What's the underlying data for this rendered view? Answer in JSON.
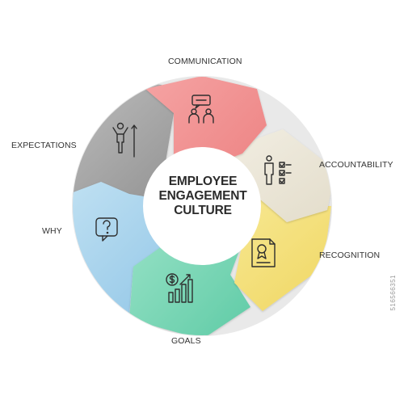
{
  "diagram": {
    "center_title_lines": [
      "EMPLOYEE",
      "ENGAGEMENT",
      "CULTURE"
    ],
    "segments": [
      {
        "id": "communication",
        "label": "COMMUNICATION",
        "color": "#F08F8F",
        "icon": "people-talking-icon"
      },
      {
        "id": "accountability",
        "label": "ACCOUNTABILITY",
        "color": "#EDE8DA",
        "icon": "person-checklist-icon"
      },
      {
        "id": "recognition",
        "label": "RECOGNITION",
        "color": "#F5E17A",
        "icon": "certificate-icon"
      },
      {
        "id": "goals",
        "label": "GOALS",
        "color": "#7DD6B4",
        "icon": "dollar-chart-icon"
      },
      {
        "id": "why",
        "label": "WHY",
        "color": "#A9D3EC",
        "icon": "question-bubble-icon"
      },
      {
        "id": "expectations",
        "label": "EXPECTATIONS",
        "color": "#A3A3A3",
        "icon": "person-raising-arm-icon"
      }
    ]
  },
  "watermark_text": "516566351"
}
